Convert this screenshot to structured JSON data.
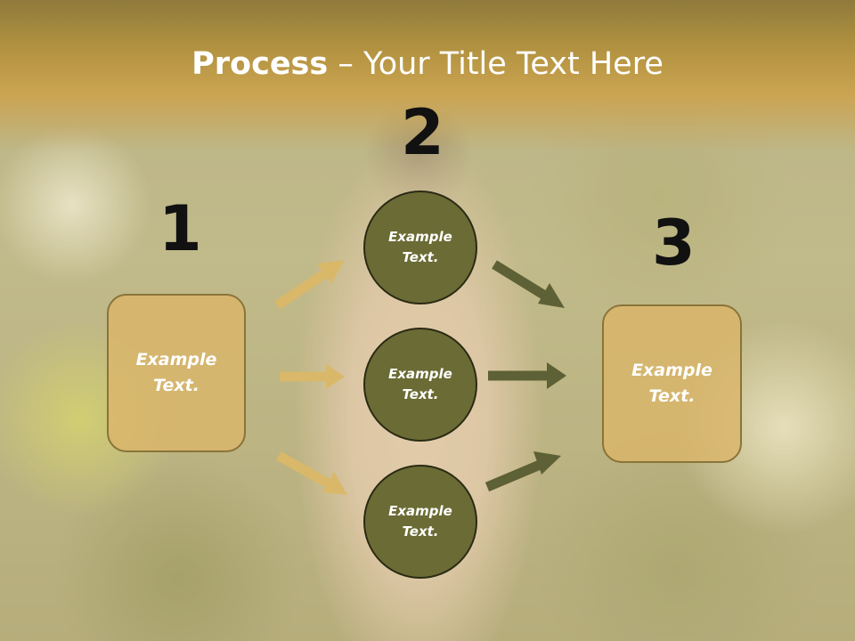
{
  "title": {
    "bold": "Process",
    "rest": " – Your Title Text Here"
  },
  "steps": {
    "one": "1",
    "two": "2",
    "three": "3"
  },
  "left_box": {
    "text": "Example Text."
  },
  "right_box": {
    "text": "Example Text."
  },
  "circles": [
    {
      "text": "Example Text."
    },
    {
      "text": "Example Text."
    },
    {
      "text": "Example Text."
    }
  ],
  "colors": {
    "box_fill": "#dab66a",
    "box_border": "#8a7439",
    "circle_fill": "#6b6b35",
    "arrow_left": "#d9b86a",
    "arrow_right": "#5e6035",
    "title_band": "#c9a24f"
  }
}
